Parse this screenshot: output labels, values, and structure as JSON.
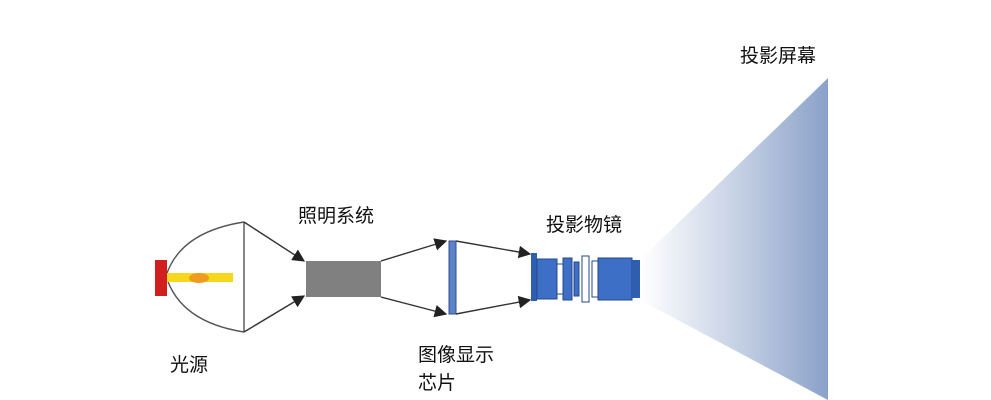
{
  "labels": {
    "light_source": "光源",
    "illumination_system": "照明系统",
    "image_chip_line1": "图像显示",
    "image_chip_line2": "芯片",
    "projection_lens": "投影物镜",
    "projection_screen": "投影屏幕"
  },
  "colors": {
    "lamp_red": "#d11f1f",
    "light_yellow": "#f5d81c",
    "filament_orange": "#f09a1e",
    "illum_gray": "#808080",
    "chip_blue": "#5d82cc",
    "lens_blue": "#2f5db0",
    "screen_blue": "#8aa1c9",
    "stroke": "#555555"
  }
}
